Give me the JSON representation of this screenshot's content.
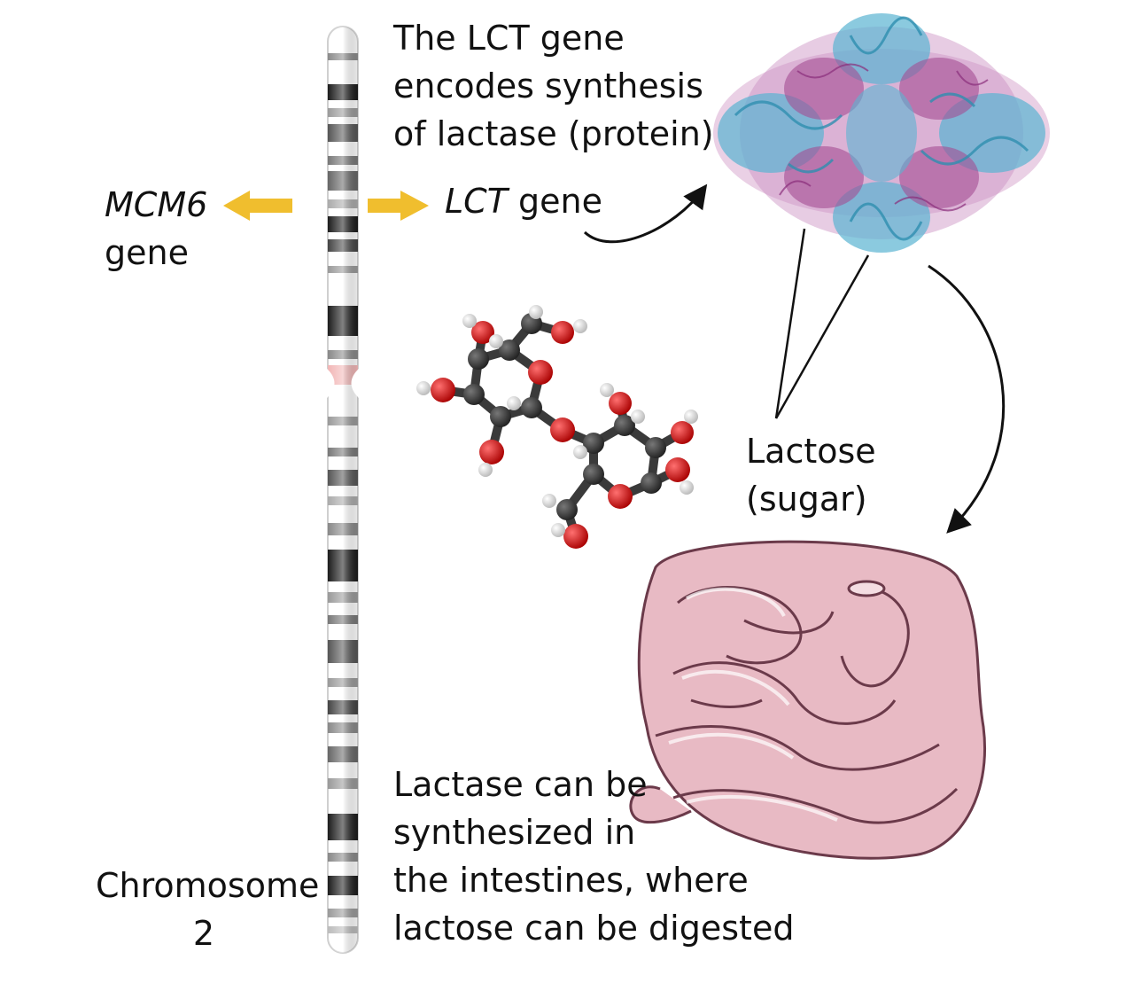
{
  "texts": {
    "lct_encodes": [
      "The LCT gene",
      "encodes synthesis",
      "of lactase (protein)"
    ],
    "mcm6_name": "MCM6",
    "mcm6_word": "gene",
    "lct_name": "LCT",
    "lct_word": " gene",
    "lactose": [
      "Lactose",
      "(sugar)"
    ],
    "chromosome": [
      "Chromosome",
      "2"
    ],
    "lactase_digest": [
      "Lactase can be",
      "synthesized in",
      "the intestines, where",
      "lactose can be digested"
    ]
  },
  "colors": {
    "arrow_gold": "#f0be2e",
    "band_dark": "#1c1c1c",
    "centromere": "#f2b6b6",
    "protein_blue": "#5ab4d2",
    "protein_purple": "#a34d93",
    "atom_red": "#d01414",
    "atom_carbon": "#3a3a3a",
    "intestine_pink": "#e8bac4",
    "intestine_stroke": "#6b3a4a"
  },
  "icons": [
    "chromosome-ideogram",
    "lactase-protein-structure",
    "lactose-molecule",
    "small-intestine-illustration"
  ]
}
